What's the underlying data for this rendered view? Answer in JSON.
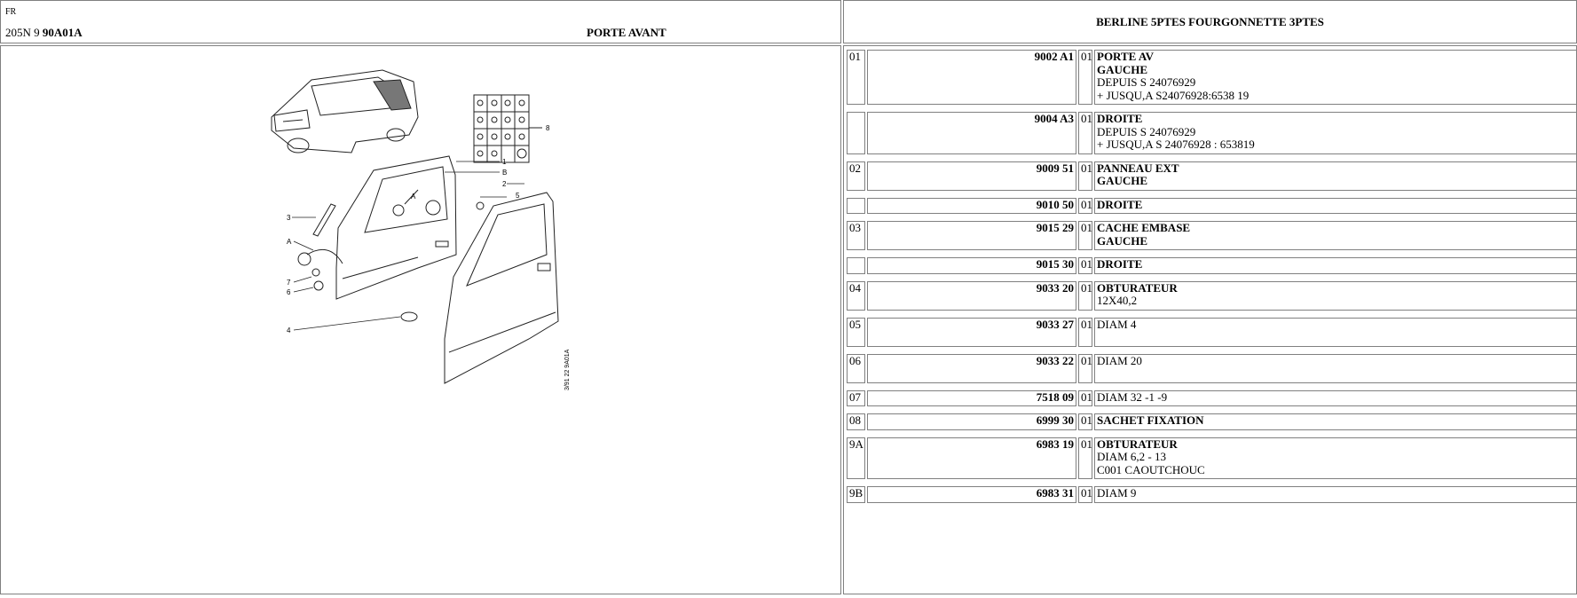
{
  "header": {
    "lang": "FR",
    "ref_prefix": "205N 9",
    "ref_code": "90A01A",
    "title": "PORTE AVANT",
    "model": "BERLINE 5PTES FOURGONNETTE 3PTES"
  },
  "diagram": {
    "callouts": [
      "1",
      "B",
      "2",
      "5",
      "3",
      "A",
      "A",
      "7",
      "6",
      "4",
      "8"
    ],
    "stamp": "3/91 22 9A01A"
  },
  "parts": [
    {
      "num": "01",
      "ref": "9002 A1",
      "qty": "01",
      "lines": [
        {
          "t": "PORTE AV",
          "b": true
        },
        {
          "t": "GAUCHE",
          "b": true
        },
        {
          "t": "DEPUIS S 24076929",
          "b": false
        },
        {
          "t": "+ JUSQU,A S24076928:6538 19",
          "b": false
        }
      ]
    },
    {
      "num": "",
      "ref": "9004 A3",
      "qty": "01",
      "lines": [
        {
          "t": "DROITE",
          "b": true
        },
        {
          "t": "DEPUIS S 24076929",
          "b": false
        },
        {
          "t": "+ JUSQU,A S 24076928 : 653819",
          "b": false
        }
      ]
    },
    {
      "num": "02",
      "ref": "9009 51",
      "qty": "01",
      "lines": [
        {
          "t": "PANNEAU EXT",
          "b": true
        },
        {
          "t": "GAUCHE",
          "b": true
        }
      ]
    },
    {
      "num": "",
      "ref": "9010 50",
      "qty": "01",
      "lines": [
        {
          "t": "DROITE",
          "b": true
        }
      ]
    },
    {
      "num": "03",
      "ref": "9015 29",
      "qty": "01",
      "lines": [
        {
          "t": "CACHE EMBASE",
          "b": true
        },
        {
          "t": "GAUCHE",
          "b": true
        }
      ]
    },
    {
      "num": "",
      "ref": "9015 30",
      "qty": "01",
      "lines": [
        {
          "t": "DROITE",
          "b": true
        }
      ]
    },
    {
      "num": "04",
      "ref": "9033 20",
      "qty": "01",
      "lines": [
        {
          "t": "OBTURATEUR",
          "b": true
        },
        {
          "t": "12X40,2",
          "b": false
        }
      ]
    },
    {
      "num": "05",
      "ref": "9033 27",
      "qty": "01",
      "lines": [
        {
          "t": " ",
          "b": false
        },
        {
          "t": "DIAM 4",
          "b": false
        }
      ]
    },
    {
      "num": "06",
      "ref": "9033 22",
      "qty": "01",
      "lines": [
        {
          "t": " ",
          "b": false
        },
        {
          "t": "DIAM 20",
          "b": false
        }
      ]
    },
    {
      "num": "07",
      "ref": "7518 09",
      "qty": "01",
      "lines": [
        {
          "t": "DIAM 32 -1 -9",
          "b": false
        }
      ]
    },
    {
      "num": "08",
      "ref": "6999 30",
      "qty": "01",
      "lines": [
        {
          "t": "SACHET FIXATION",
          "b": true
        }
      ]
    },
    {
      "num": "9A",
      "ref": "6983 19",
      "qty": "01",
      "lines": [
        {
          "t": "OBTURATEUR",
          "b": true
        },
        {
          "t": "DIAM 6,2 - 13",
          "b": false
        },
        {
          "t": "C001 CAOUTCHOUC",
          "b": false
        }
      ]
    },
    {
      "num": "9B",
      "ref": "6983 31",
      "qty": "01",
      "lines": [
        {
          "t": "DIAM 9",
          "b": false
        }
      ]
    }
  ]
}
